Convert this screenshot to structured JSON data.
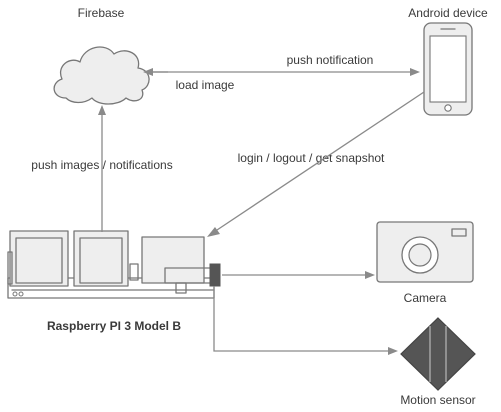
{
  "nodes": {
    "firebase": {
      "label": "Firebase"
    },
    "android": {
      "label": "Android device"
    },
    "raspberry": {
      "label": "Raspberry PI 3 Model B"
    },
    "camera": {
      "label": "Camera"
    },
    "motion": {
      "label": "Motion sensor"
    }
  },
  "edges": {
    "push_notification": "push notification",
    "load_image": "load image",
    "push_images": "push images / notifications",
    "login": "login / logout / get snapshot"
  },
  "colors": {
    "stroke": "#777777",
    "fill": "#eeeeee",
    "dark_fill": "#555555",
    "text": "#3a3a3a"
  }
}
